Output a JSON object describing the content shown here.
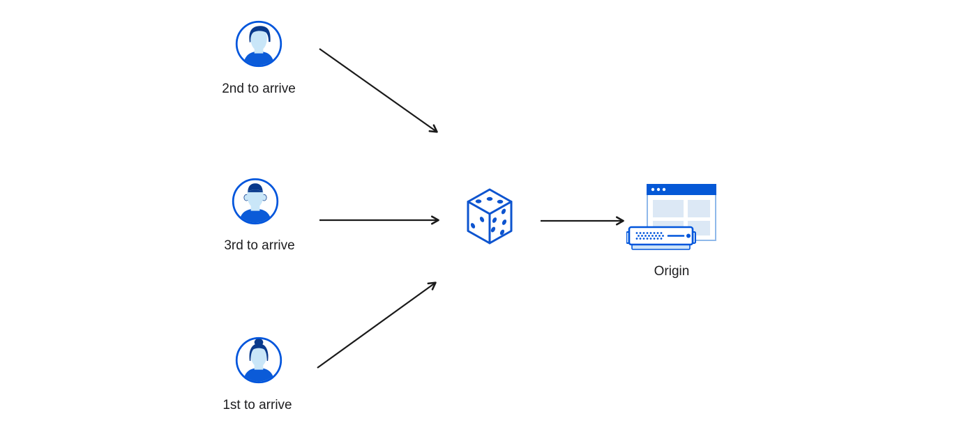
{
  "diagram": {
    "title": "random-steering-diagram",
    "clients": [
      {
        "label": "2nd to arrive",
        "icon": "person-swoop-hair-avatar-icon"
      },
      {
        "label": "3rd to arrive",
        "icon": "person-flat-top-avatar-icon"
      },
      {
        "label": "1st to arrive",
        "icon": "person-hair-bun-avatar-icon"
      }
    ],
    "balancer": {
      "icon": "dice-icon"
    },
    "origin": {
      "label": "Origin",
      "icon": "origin-server-browser-icon"
    },
    "arrows": [
      {
        "from": "client-2nd",
        "to": "dice"
      },
      {
        "from": "client-3rd",
        "to": "dice"
      },
      {
        "from": "client-1st",
        "to": "dice"
      },
      {
        "from": "dice",
        "to": "origin"
      }
    ],
    "colors": {
      "primary_blue": "#0055dc",
      "dark_navy_hair": "#0a3a8c",
      "light_blue_skin": "#c9e6f8",
      "pale_blue_fill": "#dce8f5",
      "server_base_blue": "#cfe4f8",
      "window_border_blue": "#8fb8ea",
      "arrow_black": "#1a1a1a",
      "text_color": "#1d1d1f",
      "background": "#ffffff"
    }
  }
}
